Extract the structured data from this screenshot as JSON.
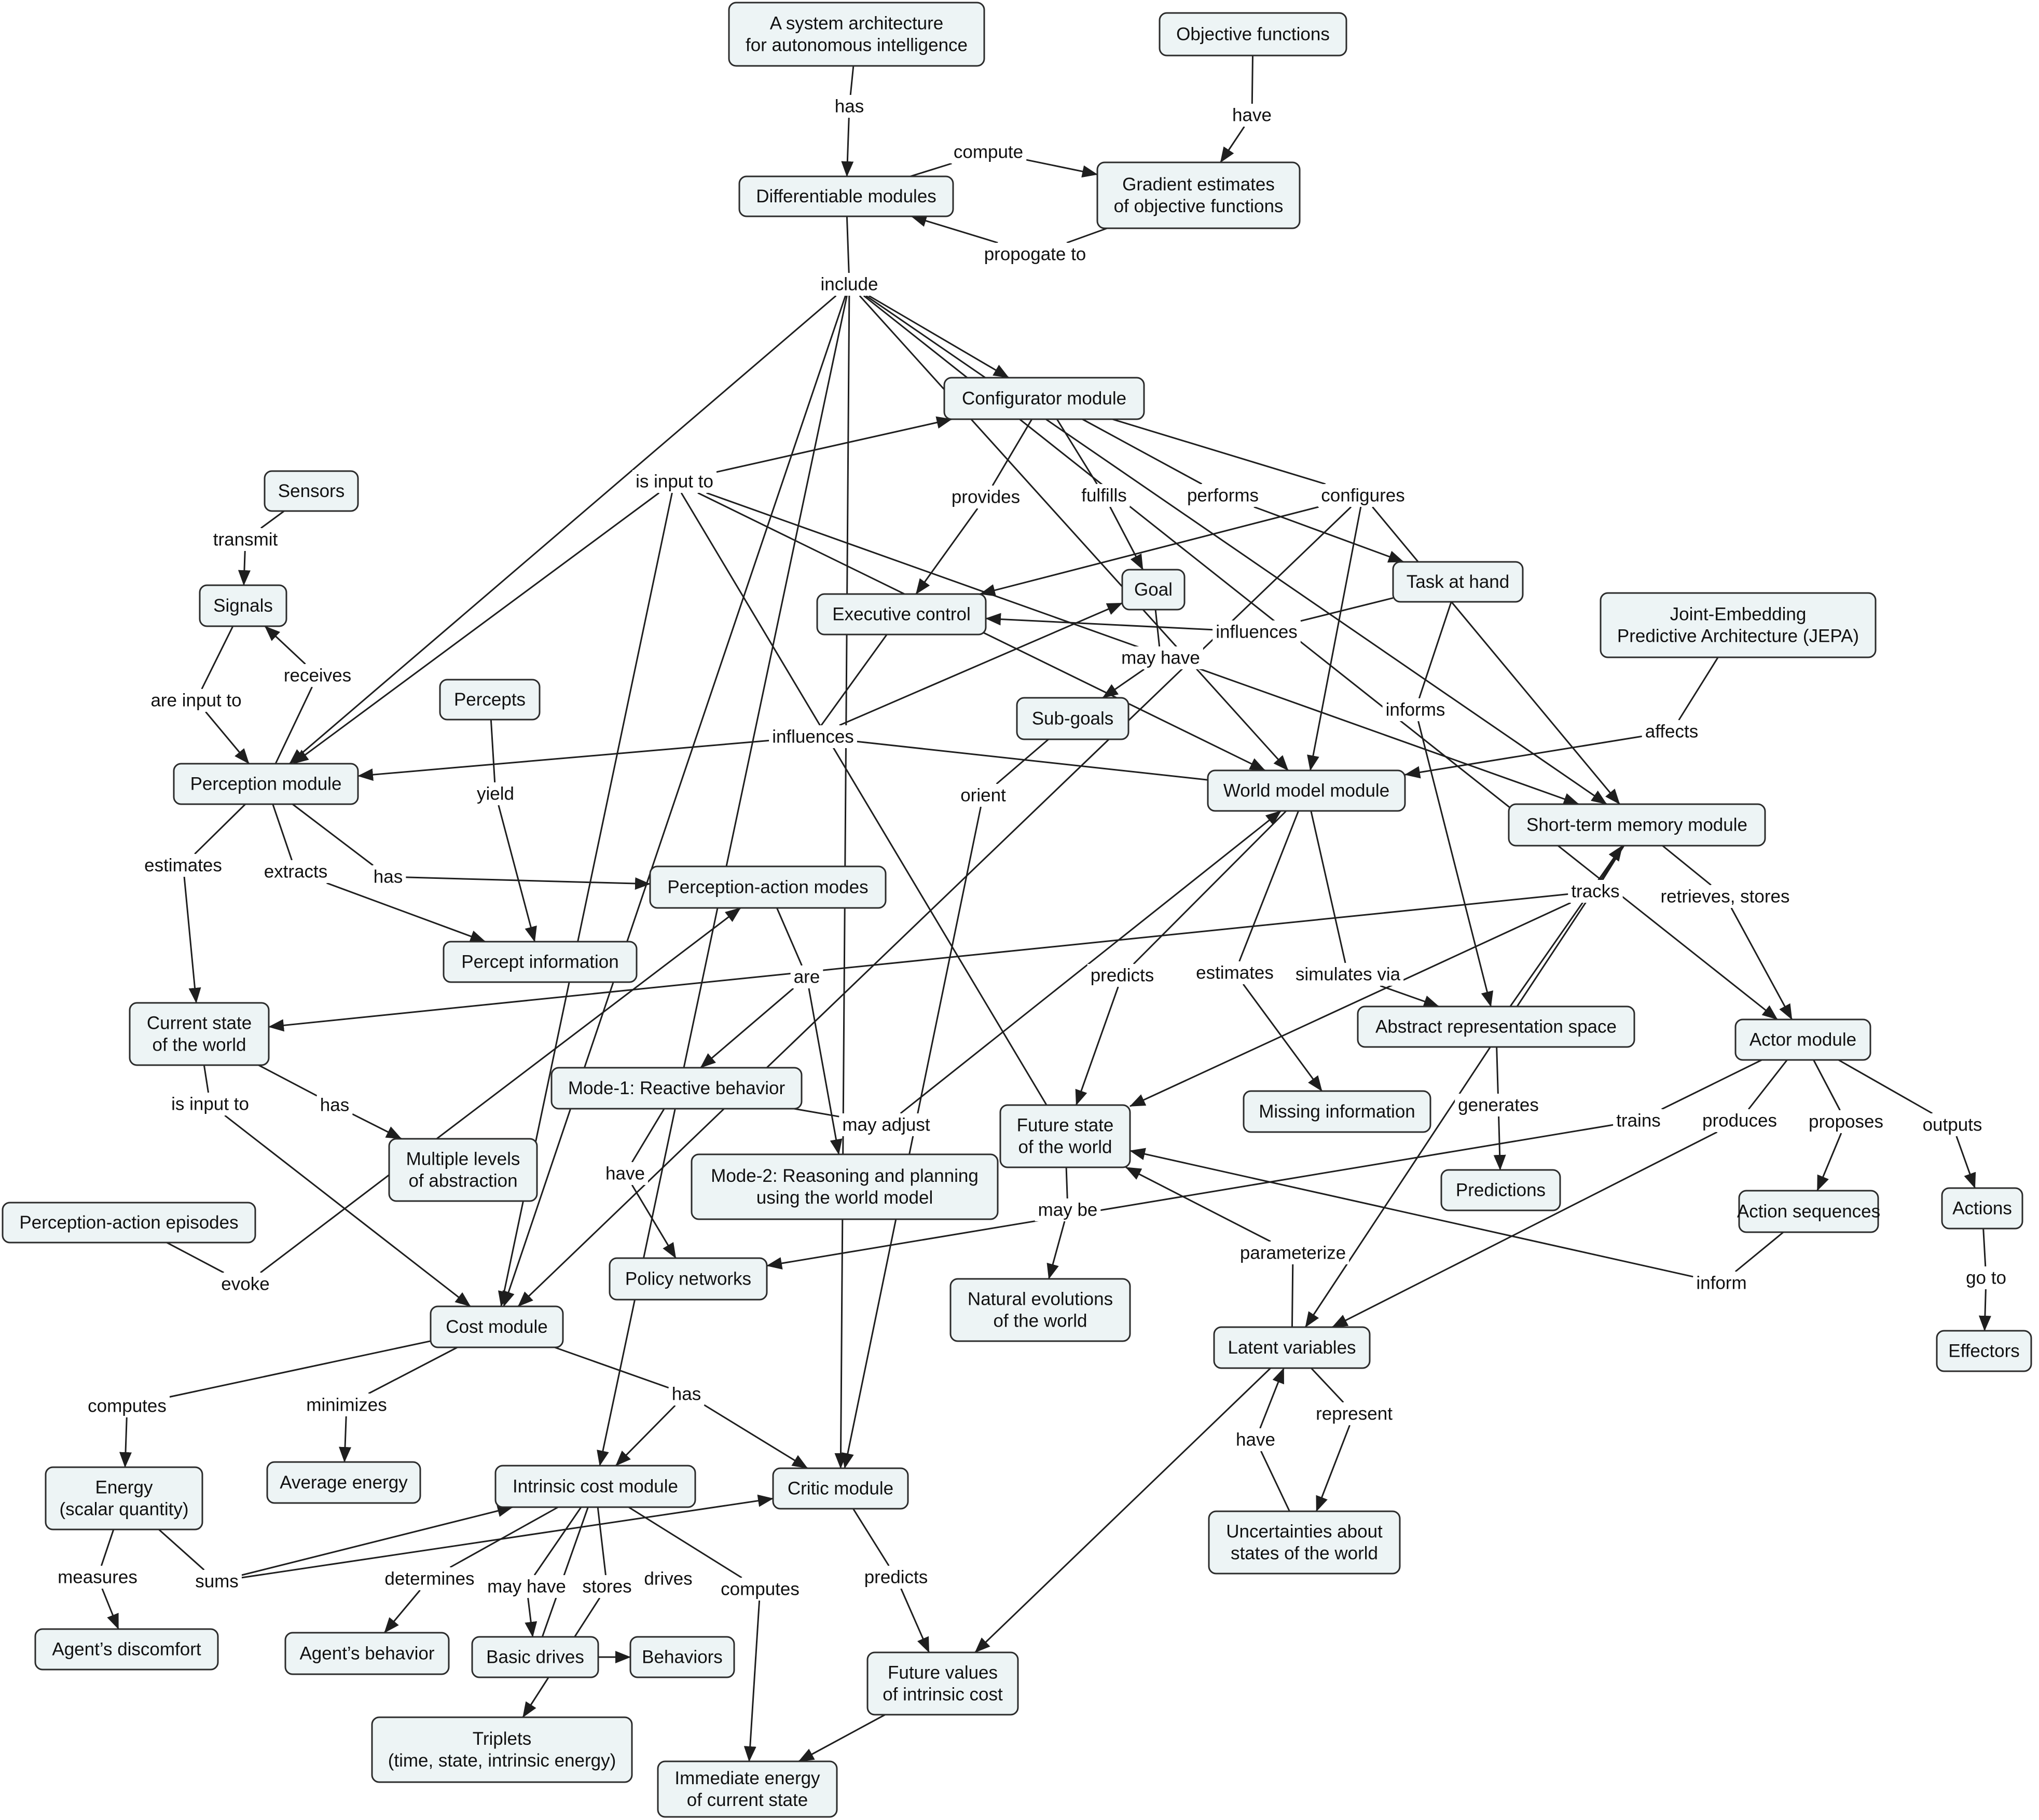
{
  "title": "A system architecture for autonomous intelligence",
  "colors": {
    "node_fill": "#edf4f5",
    "node_border": "#2b2b2b",
    "line": "#1e1e1e",
    "text": "#111111",
    "background": "#ffffff"
  },
  "nodes": [
    {
      "id": "arch",
      "lines": [
        "A system architecture",
        "for autonomous intelligence"
      ]
    },
    {
      "id": "obj",
      "lines": [
        "Objective functions"
      ]
    },
    {
      "id": "diff",
      "lines": [
        "Differentiable modules"
      ]
    },
    {
      "id": "grad",
      "lines": [
        "Gradient estimates",
        "of objective functions"
      ]
    },
    {
      "id": "config",
      "lines": [
        "Configurator module"
      ]
    },
    {
      "id": "sensors",
      "lines": [
        "Sensors"
      ]
    },
    {
      "id": "signals",
      "lines": [
        "Signals"
      ]
    },
    {
      "id": "percepts",
      "lines": [
        "Percepts"
      ]
    },
    {
      "id": "exec",
      "lines": [
        "Executive control"
      ]
    },
    {
      "id": "goal",
      "lines": [
        "Goal"
      ]
    },
    {
      "id": "task",
      "lines": [
        "Task at hand"
      ]
    },
    {
      "id": "jepa",
      "lines": [
        "Joint-Embedding",
        "Predictive Architecture (JEPA)"
      ]
    },
    {
      "id": "subgoals",
      "lines": [
        "Sub-goals"
      ]
    },
    {
      "id": "perception",
      "lines": [
        "Perception module"
      ]
    },
    {
      "id": "world",
      "lines": [
        "World model module"
      ]
    },
    {
      "id": "stm",
      "lines": [
        "Short-term memory module"
      ]
    },
    {
      "id": "pam",
      "lines": [
        "Perception-action modes"
      ]
    },
    {
      "id": "perinfo",
      "lines": [
        "Percept information"
      ]
    },
    {
      "id": "curstate",
      "lines": [
        "Current state",
        "of the world"
      ]
    },
    {
      "id": "abstract",
      "lines": [
        "Abstract representation space"
      ]
    },
    {
      "id": "actor",
      "lines": [
        "Actor module"
      ]
    },
    {
      "id": "mode1",
      "lines": [
        "Mode-1: Reactive behavior"
      ]
    },
    {
      "id": "future",
      "lines": [
        "Future state",
        "of the world"
      ]
    },
    {
      "id": "missing",
      "lines": [
        "Missing information"
      ]
    },
    {
      "id": "multilevel",
      "lines": [
        "Multiple levels",
        "of abstraction"
      ]
    },
    {
      "id": "mode2",
      "lines": [
        "Mode-2: Reasoning and planning",
        "using the world model"
      ]
    },
    {
      "id": "predictions",
      "lines": [
        "Predictions"
      ]
    },
    {
      "id": "actions",
      "lines": [
        "Actions"
      ]
    },
    {
      "id": "actseq",
      "lines": [
        "Action sequences"
      ]
    },
    {
      "id": "episodes",
      "lines": [
        "Perception-action episodes"
      ]
    },
    {
      "id": "policy",
      "lines": [
        "Policy networks"
      ]
    },
    {
      "id": "natural",
      "lines": [
        "Natural evolutions",
        "of the world"
      ]
    },
    {
      "id": "cost",
      "lines": [
        "Cost module"
      ]
    },
    {
      "id": "latent",
      "lines": [
        "Latent variables"
      ]
    },
    {
      "id": "effectors",
      "lines": [
        "Effectors"
      ]
    },
    {
      "id": "energy",
      "lines": [
        "Energy",
        "(scalar quantity)"
      ]
    },
    {
      "id": "avg",
      "lines": [
        "Average energy"
      ]
    },
    {
      "id": "intrinsic",
      "lines": [
        "Intrinsic cost module"
      ]
    },
    {
      "id": "critic",
      "lines": [
        "Critic module"
      ]
    },
    {
      "id": "uncert",
      "lines": [
        "Uncertainties about",
        "states of the world"
      ]
    },
    {
      "id": "discomfort",
      "lines": [
        "Agent’s discomfort"
      ]
    },
    {
      "id": "behavior",
      "lines": [
        "Agent’s behavior"
      ]
    },
    {
      "id": "drives",
      "lines": [
        "Basic drives"
      ]
    },
    {
      "id": "behaviors",
      "lines": [
        "Behaviors"
      ]
    },
    {
      "id": "futurevals",
      "lines": [
        "Future values",
        "of intrinsic cost"
      ]
    },
    {
      "id": "triplets",
      "lines": [
        "Triplets",
        "(time, state, intrinsic energy)"
      ]
    },
    {
      "id": "immediate",
      "lines": [
        "Immediate energy",
        "of current state"
      ]
    }
  ],
  "links": [
    {
      "id": "has1",
      "text": "has"
    },
    {
      "id": "have1",
      "text": "have"
    },
    {
      "id": "compute",
      "text": "compute"
    },
    {
      "id": "propagate",
      "text": "propogate to"
    },
    {
      "id": "include",
      "text": "include"
    },
    {
      "id": "transmit",
      "text": "transmit"
    },
    {
      "id": "isinput",
      "text": "is input to"
    },
    {
      "id": "provides",
      "text": "provides"
    },
    {
      "id": "fulfills",
      "text": "fulfills"
    },
    {
      "id": "performs",
      "text": "performs"
    },
    {
      "id": "configures",
      "text": "configures"
    },
    {
      "id": "receives",
      "text": "receives"
    },
    {
      "id": "areinput",
      "text": "are input to"
    },
    {
      "id": "influences1",
      "text": "influences"
    },
    {
      "id": "mayhave",
      "text": "may have"
    },
    {
      "id": "informs",
      "text": "informs"
    },
    {
      "id": "affects",
      "text": "affects"
    },
    {
      "id": "influences2",
      "text": "influences"
    },
    {
      "id": "orient",
      "text": "orient"
    },
    {
      "id": "yield",
      "text": "yield"
    },
    {
      "id": "estimates1",
      "text": "estimates"
    },
    {
      "id": "extracts",
      "text": "extracts"
    },
    {
      "id": "has2",
      "text": "has"
    },
    {
      "id": "tracks",
      "text": "tracks"
    },
    {
      "id": "retrieves",
      "text": "retrieves, stores"
    },
    {
      "id": "are",
      "text": "are"
    },
    {
      "id": "predicts1",
      "text": "predicts"
    },
    {
      "id": "estimates2",
      "text": "estimates"
    },
    {
      "id": "simulates",
      "text": "simulates via"
    },
    {
      "id": "isinput2",
      "text": "is input to"
    },
    {
      "id": "has3",
      "text": "has"
    },
    {
      "id": "mayadjust",
      "text": "may adjust"
    },
    {
      "id": "generates",
      "text": "generates"
    },
    {
      "id": "trains",
      "text": "trains"
    },
    {
      "id": "produces",
      "text": "produces"
    },
    {
      "id": "proposes",
      "text": "proposes"
    },
    {
      "id": "outputs",
      "text": "outputs"
    },
    {
      "id": "have2",
      "text": "have"
    },
    {
      "id": "maybe",
      "text": "may be"
    },
    {
      "id": "evoke",
      "text": "evoke"
    },
    {
      "id": "parameterize",
      "text": "parameterize"
    },
    {
      "id": "inform",
      "text": "inform"
    },
    {
      "id": "goto",
      "text": "go to"
    },
    {
      "id": "computes1",
      "text": "computes"
    },
    {
      "id": "minimizes",
      "text": "minimizes"
    },
    {
      "id": "has4",
      "text": "has"
    },
    {
      "id": "represent",
      "text": "represent"
    },
    {
      "id": "have3",
      "text": "have"
    },
    {
      "id": "measures",
      "text": "measures"
    },
    {
      "id": "sums",
      "text": "sums"
    },
    {
      "id": "determines",
      "text": "determines"
    },
    {
      "id": "mayhave2",
      "text": "may have"
    },
    {
      "id": "stores",
      "text": "stores"
    },
    {
      "id": "drives",
      "text": "drives"
    },
    {
      "id": "computes2",
      "text": "computes"
    },
    {
      "id": "predicts2",
      "text": "predicts"
    }
  ]
}
